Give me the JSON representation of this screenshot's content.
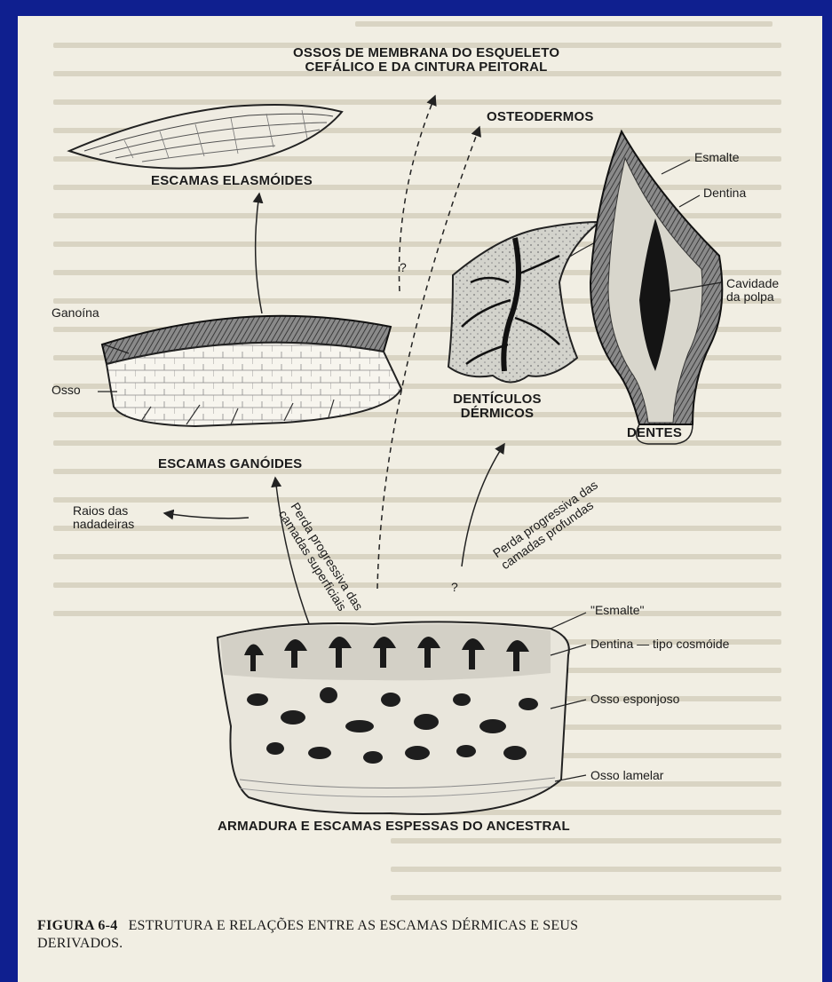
{
  "figure": {
    "number": "FIGURA 6-4",
    "title_line1": "ESTRUTURA E RELAÇÕES ENTRE AS ESCAMAS DÉRMICAS E SEUS",
    "title_line2": "DERIVADOS."
  },
  "headings": {
    "ossos_membrana_1": "OSSOS DE MEMBRANA DO ESQUELETO",
    "ossos_membrana_2": "CEFÁLICO E DA CINTURA PEITORAL",
    "osteodermos": "OSTEODERMOS",
    "escamas_elasmoides": "ESCAMAS ELASMÓIDES",
    "escamas_ganoides": "ESCAMAS GANÓIDES",
    "denticulos_1": "DENTÍCULOS",
    "denticulos_2": "DÉRMICOS",
    "dentes": "DENTES",
    "armadura": "ARMADURA E ESCAMAS ESPESSAS DO ANCESTRAL"
  },
  "labels": {
    "ganoina": "Ganoína",
    "osso": "Osso",
    "esmalte": "Esmalte",
    "dentina": "Dentina",
    "cavidade_1": "Cavidade",
    "cavidade_2": "da polpa",
    "raios_1": "Raios das",
    "raios_2": "nadadeiras",
    "esmalte_quoted": "\"Esmalte\"",
    "dentina_cosmoide": "Dentina — tipo cosmóide",
    "osso_esponjoso": "Osso esponjoso",
    "osso_lamelar": "Osso lamelar"
  },
  "arrows": {
    "perda_superficiais_1": "Perda progressiva das",
    "perda_superficiais_2": "camadas superficiais",
    "perda_profundas_1": "Perda progressiva das",
    "perda_profundas_2": "camadas profundas",
    "question_mark": "?"
  }
}
